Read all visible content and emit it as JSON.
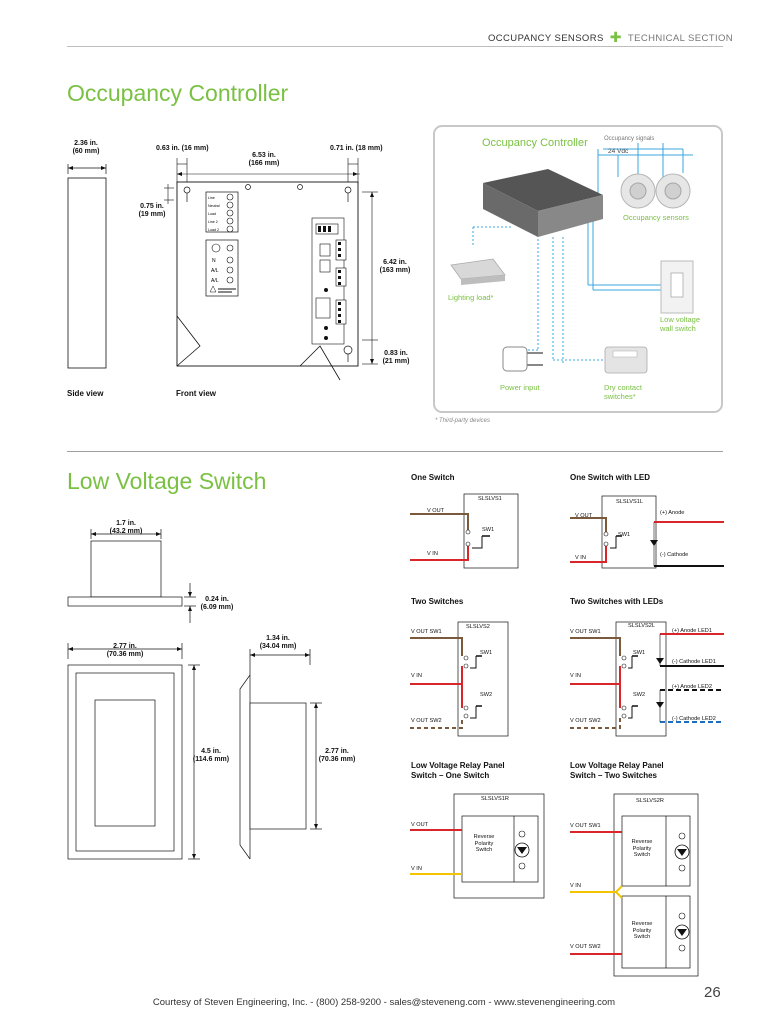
{
  "header": {
    "section": "OCCUPANCY SENSORS",
    "subsection": "TECHNICAL SECTION"
  },
  "occupancy": {
    "title": "Occupancy Controller",
    "dims": {
      "side_w_in": "2.36 in.",
      "side_w_mm": "(60 mm)",
      "left_in": "0.63 in. (16 mm)",
      "width_in": "6.53 in.",
      "width_mm": "(166 mm)",
      "right_in": "0.71 in. (18 mm)",
      "top_in": "0.75 in.",
      "top_mm": "(19 mm)",
      "height_in": "6.42 in.",
      "height_mm": "(163 mm)",
      "bot_in": "0.83 in.",
      "bot_mm": "(21 mm)"
    },
    "side_view": "Side view",
    "front_view": "Front view",
    "terminals": [
      "Line",
      "Neutral",
      "Load",
      "Line 2",
      "Load 2"
    ],
    "terminals2": [
      "N",
      "A/L",
      "A/L"
    ],
    "diagram": {
      "controller": "Occupancy Controller",
      "signals": "Occupancy signals",
      "vdc": "24 Vdc",
      "sensors": "Occupancy sensors",
      "lighting": "Lighting load*",
      "lv_switch": "Low voltage wall switch",
      "power": "Power input",
      "dry": "Dry contact switches*"
    },
    "note": "* Third-party devices"
  },
  "lvs": {
    "title": "Low Voltage Switch",
    "dims": {
      "a_in": "1.7 in.",
      "a_mm": "(43.2 mm)",
      "b_in": "0.24 in.",
      "b_mm": "(6.09 mm)",
      "c_in": "2.77 in.",
      "c_mm": "(70.36 mm)",
      "d_in": "1.34 in.",
      "d_mm": "(34.04 mm)",
      "e_in": "4.5 in.",
      "e_mm": "(114.6 mm)",
      "f_in": "2.77 in.",
      "f_mm": "(70.36 mm)"
    }
  },
  "wiring": {
    "one": {
      "title": "One Switch",
      "model": "SLSLVS1",
      "vout": "V OUT",
      "vin": "V IN",
      "sw": "SW1"
    },
    "one_led": {
      "title": "One Switch with LED",
      "model": "SLSLVS1L",
      "vout": "V OUT",
      "vin": "V IN",
      "sw": "SW1",
      "anode": "(+) Anode",
      "cathode": "(-) Cathode"
    },
    "two": {
      "title": "Two Switches",
      "model": "SLSLVS2",
      "vout1": "V OUT SW1",
      "vin": "V IN",
      "vout2": "V OUT SW2",
      "sw1": "SW1",
      "sw2": "SW2"
    },
    "two_led": {
      "title": "Two Switches with LEDs",
      "model": "SLSLVS2L",
      "vout1": "V OUT SW1",
      "vin": "V IN",
      "vout2": "V OUT SW2",
      "sw1": "SW1",
      "sw2": "SW2",
      "a1": "(+) Anode LED1",
      "c1": "(-) Cathode LED1",
      "a2": "(+) Anode LED2",
      "c2": "(-) Cathode LED2"
    },
    "relay1": {
      "title1": "Low Voltage Relay Panel",
      "title2": "Switch – One Switch",
      "model": "SLSLVS1R",
      "vout": "V OUT",
      "vin": "V IN",
      "rev1": "Reverse",
      "rev2": "Polarity",
      "rev3": "Switch"
    },
    "relay2": {
      "title1": "Low Voltage Relay Panel",
      "title2": "Switch – Two Switches",
      "model": "SLSLVS2R",
      "vout1": "V OUT SW1",
      "vin": "V IN",
      "vout2": "V OUT SW2",
      "rev1": "Reverse",
      "rev2": "Polarity",
      "rev3": "Switch"
    }
  },
  "footer": "Courtesy of Steven Engineering, Inc. - (800) 258-9200 - sales@steveneng.com - www.stevenengineering.com",
  "page_number": "26",
  "colors": {
    "accent": "#7ac143",
    "brown": "#7b5a3c",
    "red": "#d9262b",
    "yellow": "#f5c400",
    "blue": "#1f6fbf",
    "cyan": "#3aa7dc"
  }
}
